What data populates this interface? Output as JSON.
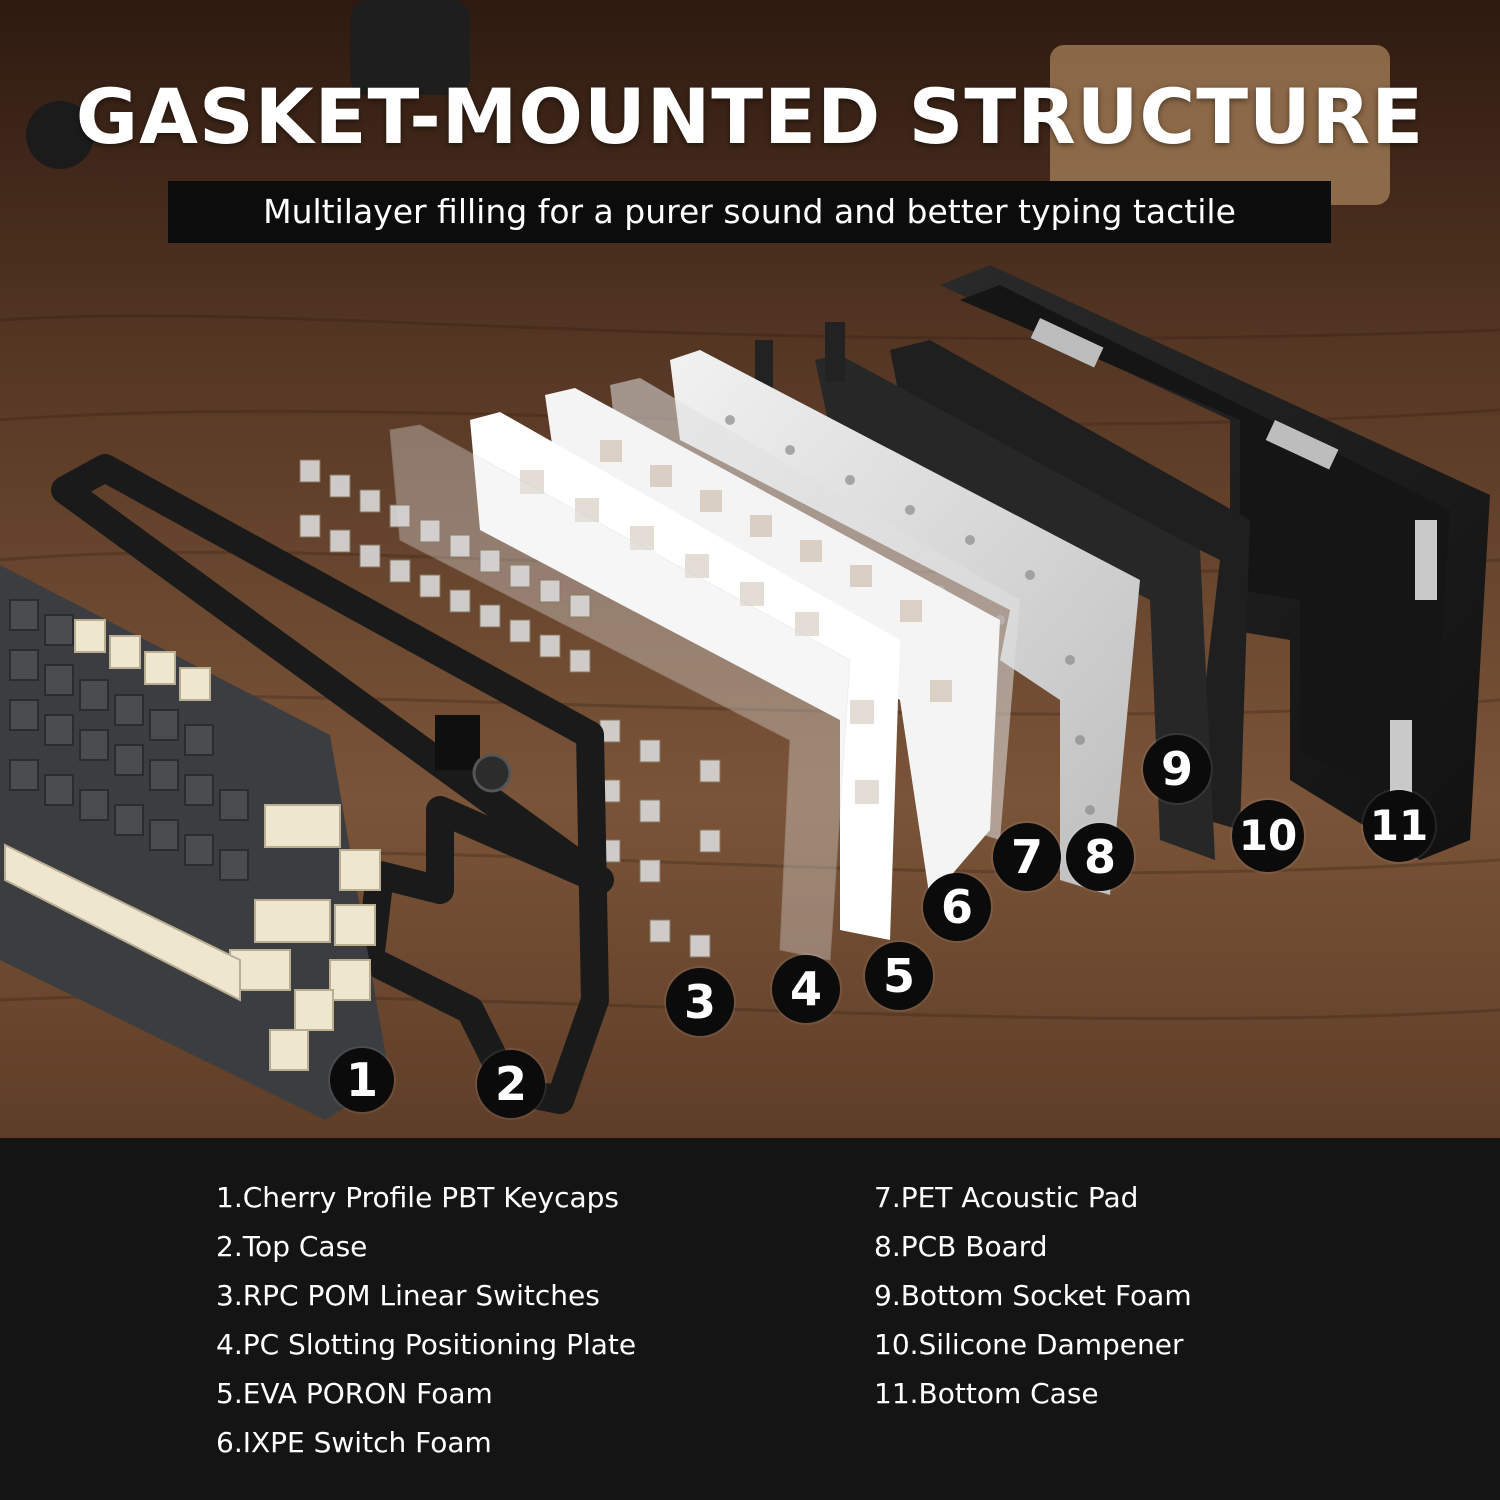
{
  "title": "GASKET-MOUNTED STRUCTURE",
  "subtitle": "Multilayer filling for a purer sound and better typing tactile",
  "colors": {
    "wood_light": "#7a5438",
    "wood_dark": "#3a2214",
    "badge": "#0b0b0b",
    "legend_bg": "#141414",
    "text": "#ffffff"
  },
  "callouts": [
    "1",
    "2",
    "3",
    "4",
    "5",
    "6",
    "7",
    "8",
    "9",
    "10",
    "11"
  ],
  "legend": {
    "left": [
      "1.Cherry Profile PBT Keycaps",
      "2.Top Case",
      "3.RPC POM Linear Switches",
      "4.PC Slotting Positioning Plate",
      "5.EVA PORON Foam",
      "6.IXPE Switch Foam"
    ],
    "right": [
      "7.PET Acoustic Pad",
      "8.PCB Board",
      "9.Bottom Socket Foam",
      "10.Silicone Dampener",
      "11.Bottom Case"
    ]
  }
}
